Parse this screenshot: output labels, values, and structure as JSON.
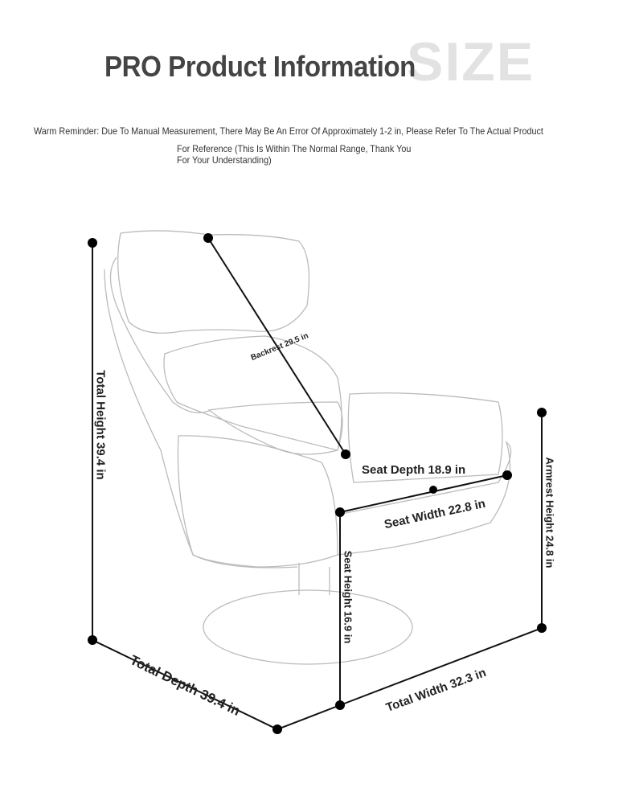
{
  "header": {
    "title": "PRO Product Information",
    "watermark": "SIZE"
  },
  "reminder": {
    "line1": "Warm Reminder: Due To Manual Measurement, There May Be An Error Of Approximately 1-2 in, Please Refer To The Actual Product",
    "line2": "For Reference (This Is Within The Normal Range, Thank You",
    "line3": "For Your Understanding)"
  },
  "dimensions": {
    "total_height": "Total Height 39.4 in",
    "total_depth": "Total Depth 39.4 in",
    "total_width": "Total Width 32.3 in",
    "armrest_height": "Armrest Height 24.8 in",
    "seat_height": "Seat Height 16.9 in",
    "backrest": "Backrest 29.5 in",
    "seat_depth": "Seat Depth 18.9 in",
    "seat_width": "Seat Width 22.8 in"
  }
}
